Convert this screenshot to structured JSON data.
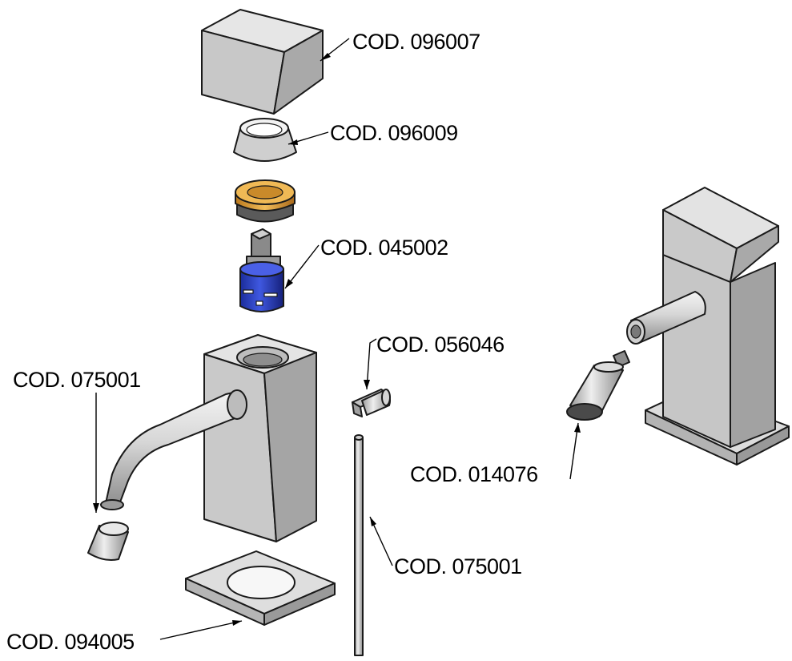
{
  "callouts": [
    {
      "id": "cap",
      "code": "COD. 096007"
    },
    {
      "id": "ring",
      "code": "COD. 096009"
    },
    {
      "id": "cartridge",
      "code": "COD. 045002"
    },
    {
      "id": "lever",
      "code": "COD. 056046"
    },
    {
      "id": "aerator-left",
      "code": "COD. 075001"
    },
    {
      "id": "rod",
      "code": "COD. 075001"
    },
    {
      "id": "spray-nozzle",
      "code": "COD. 014076"
    },
    {
      "id": "base-plate",
      "code": "COD. 094005"
    }
  ],
  "colors": {
    "metal_light": "#e2e2e2",
    "metal_mid": "#b8b8b8",
    "metal_dark": "#8f8f8f",
    "brass": "#e0a23a",
    "cartridge_blue": "#2a3fbf",
    "line": "#1a1a1a"
  }
}
